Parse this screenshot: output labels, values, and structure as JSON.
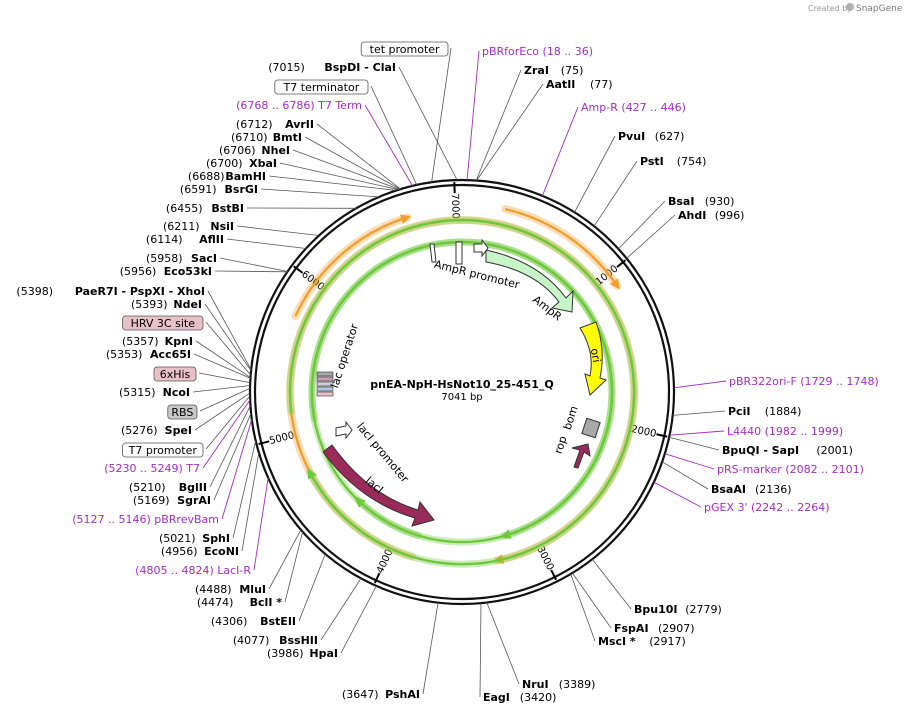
{
  "credit": {
    "created_by": "Created by",
    "app": "SnapGene"
  },
  "plasmid": {
    "name": "pnEA-NpH-HsNot10_25-451_Q",
    "length_label": "7041 bp"
  },
  "colors": {
    "primer": "#a32cc4",
    "amp_r": "#c8f5c8",
    "ori": "#ffff00",
    "laci": "#992a5a",
    "arc_orange": "#f0a030",
    "arc_green": "#6ec83c",
    "hrv": "#e8c0c8",
    "his": "#e8c0c8",
    "rbs": "#c8c8c8"
  },
  "ticks": [
    {
      "label": "7000"
    },
    {
      "label": "1000"
    },
    {
      "label": "2000"
    },
    {
      "label": "3000"
    },
    {
      "label": "4000"
    },
    {
      "label": "5000"
    },
    {
      "label": "6000"
    }
  ],
  "features": {
    "ampr_promoter": "AmpR promoter",
    "ampr": "AmpR",
    "ori": "ori",
    "bom": "bom",
    "rop": "rop",
    "laci_promoter": "lacI promoter",
    "laci": "lacI",
    "lac_operator": "lac operator"
  },
  "left_labels": [
    {
      "kind": "box",
      "text": "tet promoter"
    },
    {
      "kind": "site",
      "pos": "(7015)",
      "name": "BspDI",
      "sep": " - ",
      "name2": "ClaI"
    },
    {
      "kind": "box",
      "text": "T7 terminator"
    },
    {
      "kind": "primer",
      "pos": "(6768 .. 6786)",
      "name": "T7 Term"
    },
    {
      "kind": "site",
      "pos": "(6712)",
      "name": "AvrII"
    },
    {
      "kind": "site",
      "pos": "(6710)",
      "name": "BmtI"
    },
    {
      "kind": "site",
      "pos": "(6706)",
      "name": "NheI"
    },
    {
      "kind": "site",
      "pos": "(6700)",
      "name": "XbaI"
    },
    {
      "kind": "site",
      "pos": "(6688)",
      "name": "BamHI"
    },
    {
      "kind": "site",
      "pos": "(6591)",
      "name": "BsrGI"
    },
    {
      "kind": "site",
      "pos": "(6455)",
      "name": "BstBI"
    },
    {
      "kind": "site",
      "pos": "(6211)",
      "name": "NsiI"
    },
    {
      "kind": "site",
      "pos": "(6114)",
      "name": "AflII"
    },
    {
      "kind": "site",
      "pos": "(5958)",
      "name": "SacI"
    },
    {
      "kind": "site",
      "pos": "(5956)",
      "name": "Eco53kI"
    },
    {
      "kind": "site3",
      "pos": "(5398)",
      "name": "PaeR7I",
      "name2": "PspXI",
      "name3": "XhoI"
    },
    {
      "kind": "site",
      "pos": "(5393)",
      "name": "NdeI"
    },
    {
      "kind": "box",
      "text": "HRV 3C site"
    },
    {
      "kind": "site",
      "pos": "(5357)",
      "name": "KpnI"
    },
    {
      "kind": "site",
      "pos": "(5353)",
      "name": "Acc65I"
    },
    {
      "kind": "box",
      "text": "6xHis"
    },
    {
      "kind": "site",
      "pos": "(5315)",
      "name": "NcoI"
    },
    {
      "kind": "box",
      "text": "RBS"
    },
    {
      "kind": "site",
      "pos": "(5276)",
      "name": "SpeI"
    },
    {
      "kind": "box",
      "text": "T7 promoter"
    },
    {
      "kind": "primer",
      "pos": "(5230 .. 5249)",
      "name": "T7"
    },
    {
      "kind": "site",
      "pos": "(5210)",
      "name": "BglII"
    },
    {
      "kind": "site",
      "pos": "(5169)",
      "name": "SgrAI"
    },
    {
      "kind": "primer",
      "pos": "(5127 .. 5146)",
      "name": "pBRrevBam"
    },
    {
      "kind": "site",
      "pos": "(5021)",
      "name": "SphI"
    },
    {
      "kind": "site",
      "pos": "(4956)",
      "name": "EcoNI"
    },
    {
      "kind": "primer",
      "pos": "(4805 .. 4824)",
      "name": "LacI-R"
    },
    {
      "kind": "site",
      "pos": "(4488)",
      "name": "MluI"
    },
    {
      "kind": "site",
      "pos": "(4474)",
      "name": "BclI *"
    },
    {
      "kind": "site",
      "pos": "(4306)",
      "name": "BstEII"
    },
    {
      "kind": "site",
      "pos": "(4077)",
      "name": "BssHII"
    },
    {
      "kind": "site",
      "pos": "(3986)",
      "name": "HpaI"
    },
    {
      "kind": "site",
      "pos": "(3647)",
      "name": "PshAI"
    }
  ],
  "right_labels": [
    {
      "kind": "primer",
      "name": "pBRforEco",
      "pos": "(18 .. 36)"
    },
    {
      "kind": "site",
      "name": "ZraI",
      "pos": "(75)"
    },
    {
      "kind": "site",
      "name": "AatII",
      "pos": "(77)"
    },
    {
      "kind": "primer",
      "name": "Amp-R",
      "pos": "(427 .. 446)"
    },
    {
      "kind": "site",
      "name": "PvuI",
      "pos": "(627)"
    },
    {
      "kind": "site",
      "name": "PstI",
      "pos": "(754)"
    },
    {
      "kind": "site",
      "name": "BsaI",
      "pos": "(930)"
    },
    {
      "kind": "site",
      "name": "AhdI",
      "pos": "(996)"
    },
    {
      "kind": "primer",
      "name": "pBR322ori-F",
      "pos": "(1729 .. 1748)"
    },
    {
      "kind": "site",
      "name": "PciI",
      "pos": "(1884)"
    },
    {
      "kind": "primer",
      "name": "L4440",
      "pos": "(1982 .. 1999)"
    },
    {
      "kind": "site2",
      "name": "BpuQI",
      "sep": " - ",
      "name2": "SapI",
      "pos": "(2001)"
    },
    {
      "kind": "primer",
      "name": "pRS-marker",
      "pos": "(2082 .. 2101)"
    },
    {
      "kind": "site",
      "name": "BsaAI",
      "pos": "(2136)"
    },
    {
      "kind": "primer",
      "name": "pGEX 3'",
      "pos": "(2242 .. 2264)"
    },
    {
      "kind": "site",
      "name": "Bpu10I",
      "pos": "(2779)"
    },
    {
      "kind": "site",
      "name": "FspAI",
      "pos": "(2907)"
    },
    {
      "kind": "site",
      "name": "MscI *",
      "pos": "(2917)"
    },
    {
      "kind": "site",
      "name": "NruI",
      "pos": "(3389)"
    },
    {
      "kind": "site",
      "name": "EagI",
      "pos": "(3420)"
    }
  ]
}
